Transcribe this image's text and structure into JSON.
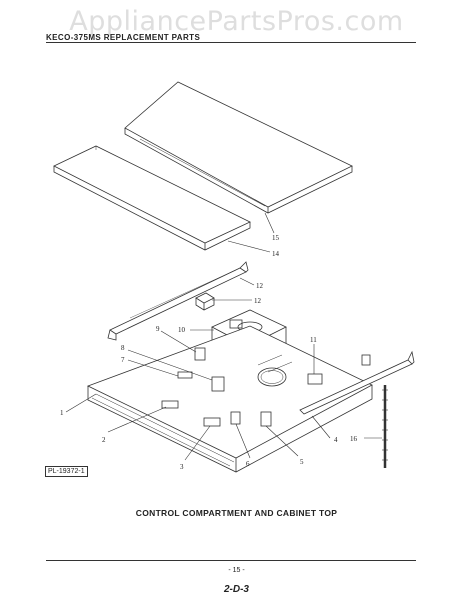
{
  "watermark": "AppliancePartsPros.com",
  "header": "KECO-375MS REPLACEMENT PARTS",
  "callouts": [
    "1",
    "2",
    "3",
    "4",
    "5",
    "6",
    "7",
    "8",
    "9",
    "10",
    "11",
    "12",
    "12",
    "14",
    "15",
    "16"
  ],
  "plate_id": "PL-19372-1",
  "caption": "CONTROL COMPARTMENT AND CABINET TOP",
  "page_number": "- 15 -",
  "handwritten_note": "2-D-3"
}
